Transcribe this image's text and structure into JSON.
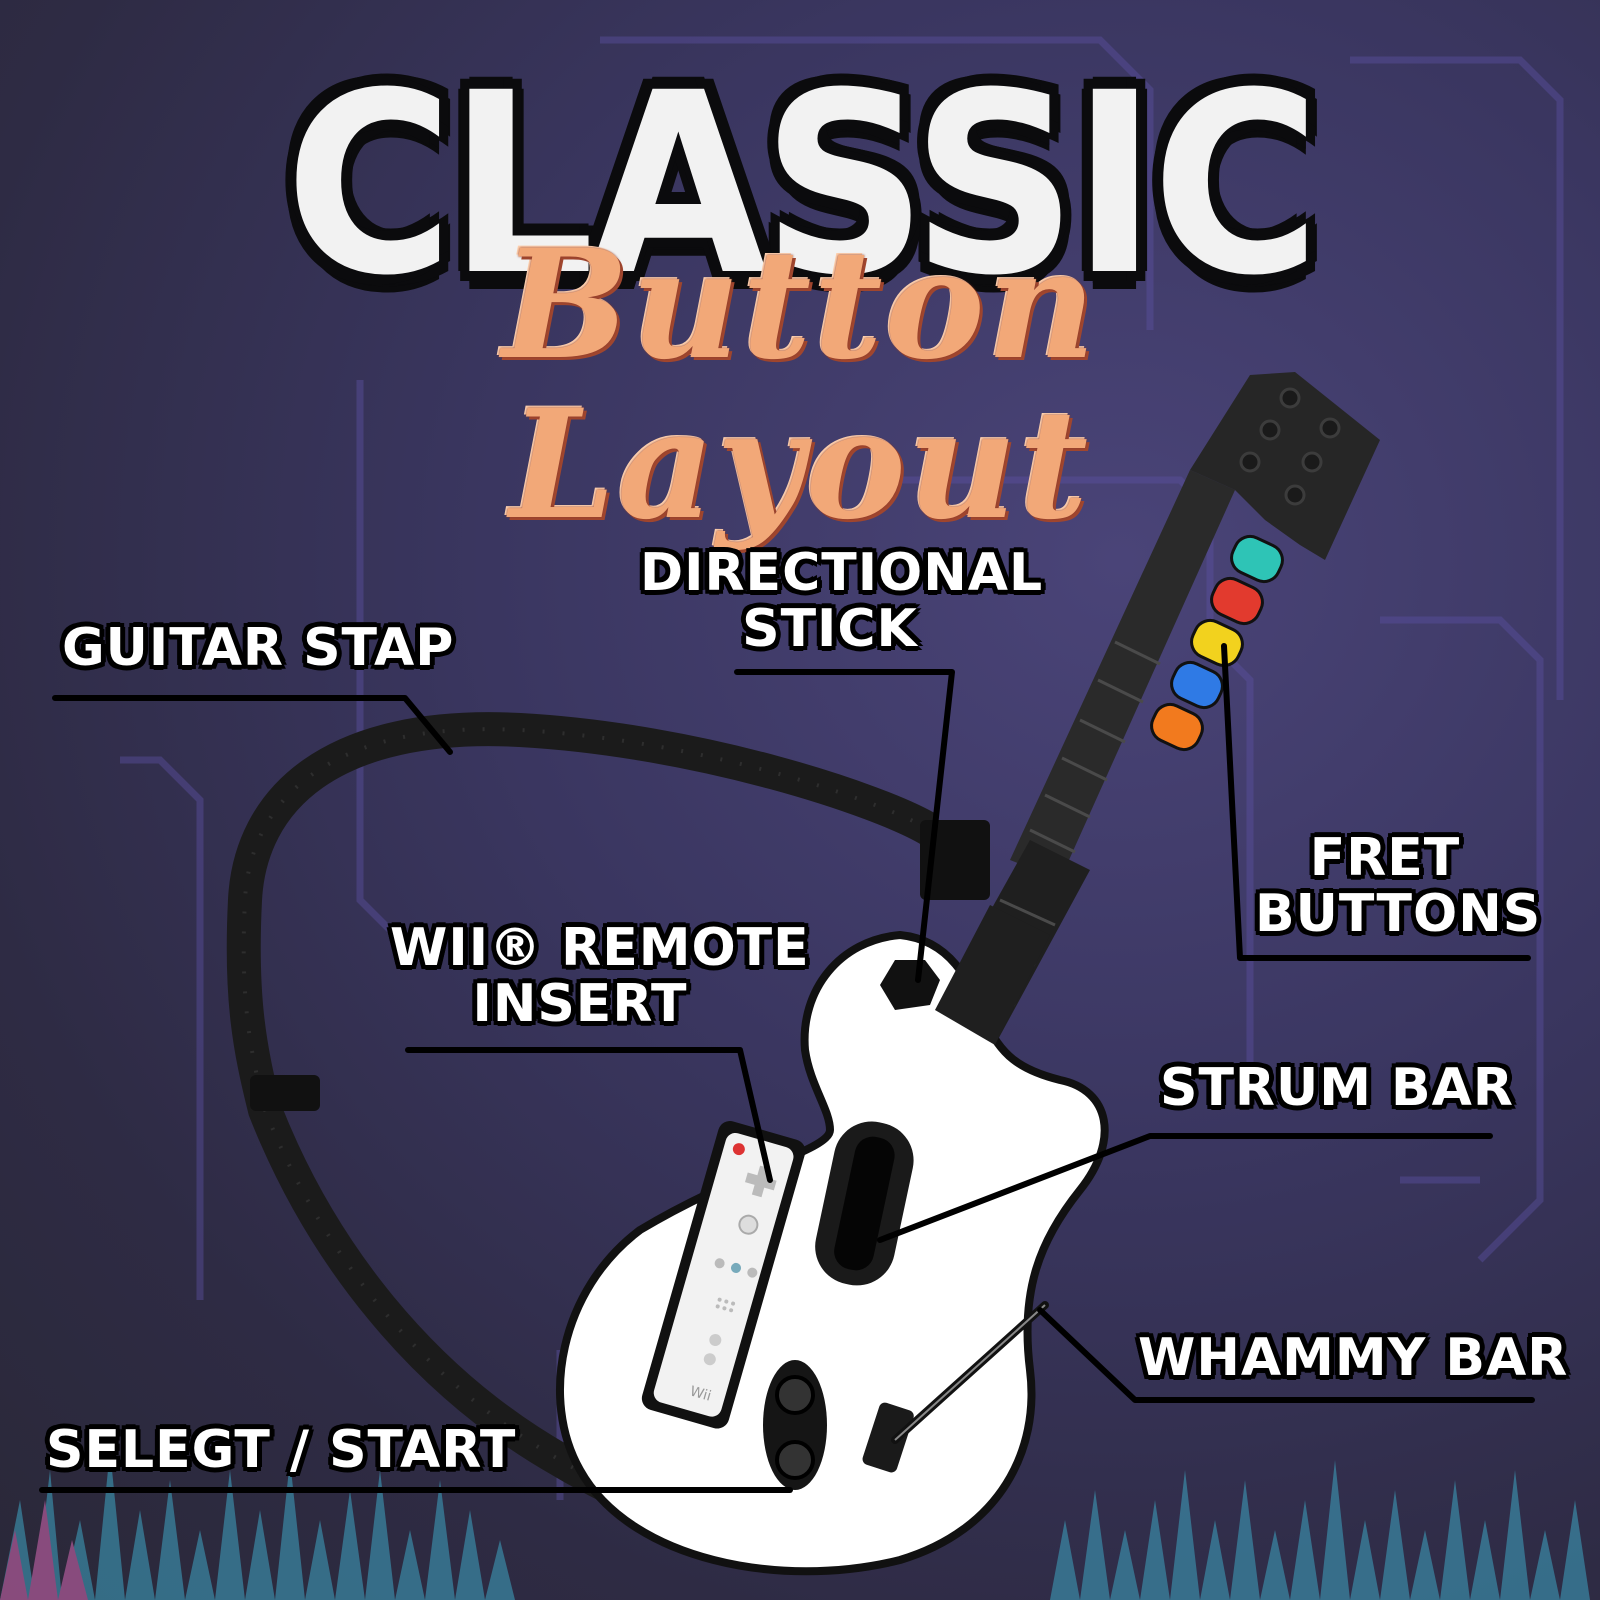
{
  "title": {
    "main": "CLASSIC",
    "script": "Button Layout"
  },
  "callouts": {
    "directional_stick": [
      "DIRECTIONAL",
      "STICK"
    ],
    "guitar_strap": "GUITAR STAP",
    "fret_buttons": [
      "FRET",
      "BUTTONS"
    ],
    "wii_remote_insert": [
      "WII® REMOTE",
      "INSERT"
    ],
    "strum_bar": "STRUM BAR",
    "whammy_bar": "WHAMMY BAR",
    "select_start": "SELEGT / START"
  },
  "wii_remote_logo": "Wii",
  "colors": {
    "background": "#2e2b44",
    "title_script": "#f2a878",
    "fret_green": "#2ec4b6",
    "fret_red": "#e23a2e",
    "fret_yellow": "#f2d21e",
    "fret_blue": "#2f7ae5",
    "fret_orange": "#f27a1e",
    "guitar_body": "#ffffff",
    "strap": "#1a1a1a"
  }
}
